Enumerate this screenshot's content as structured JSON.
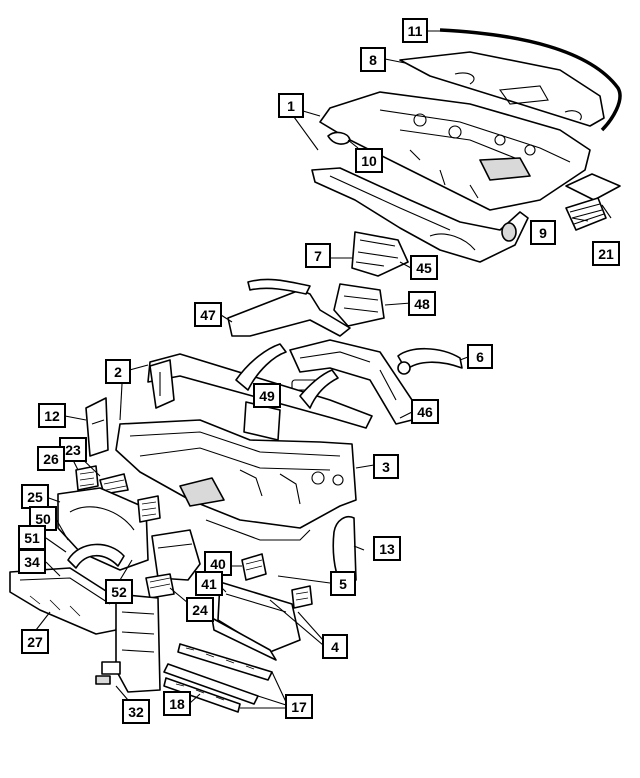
{
  "callouts": {
    "c1": "1",
    "c2": "2",
    "c3": "3",
    "c4": "4",
    "c5": "5",
    "c6": "6",
    "c7": "7",
    "c8": "8",
    "c9": "9",
    "c10": "10",
    "c11": "11",
    "c12": "12",
    "c13": "13",
    "c17": "17",
    "c18": "18",
    "c21": "21",
    "c23": "23",
    "c24": "24",
    "c25": "25",
    "c26": "26",
    "c27": "27",
    "c32": "32",
    "c34": "34",
    "c40": "40",
    "c41": "41",
    "c45": "45",
    "c46": "46",
    "c47": "47",
    "c48": "48",
    "c49": "49",
    "c50": "50",
    "c51": "51",
    "c52": "52"
  }
}
